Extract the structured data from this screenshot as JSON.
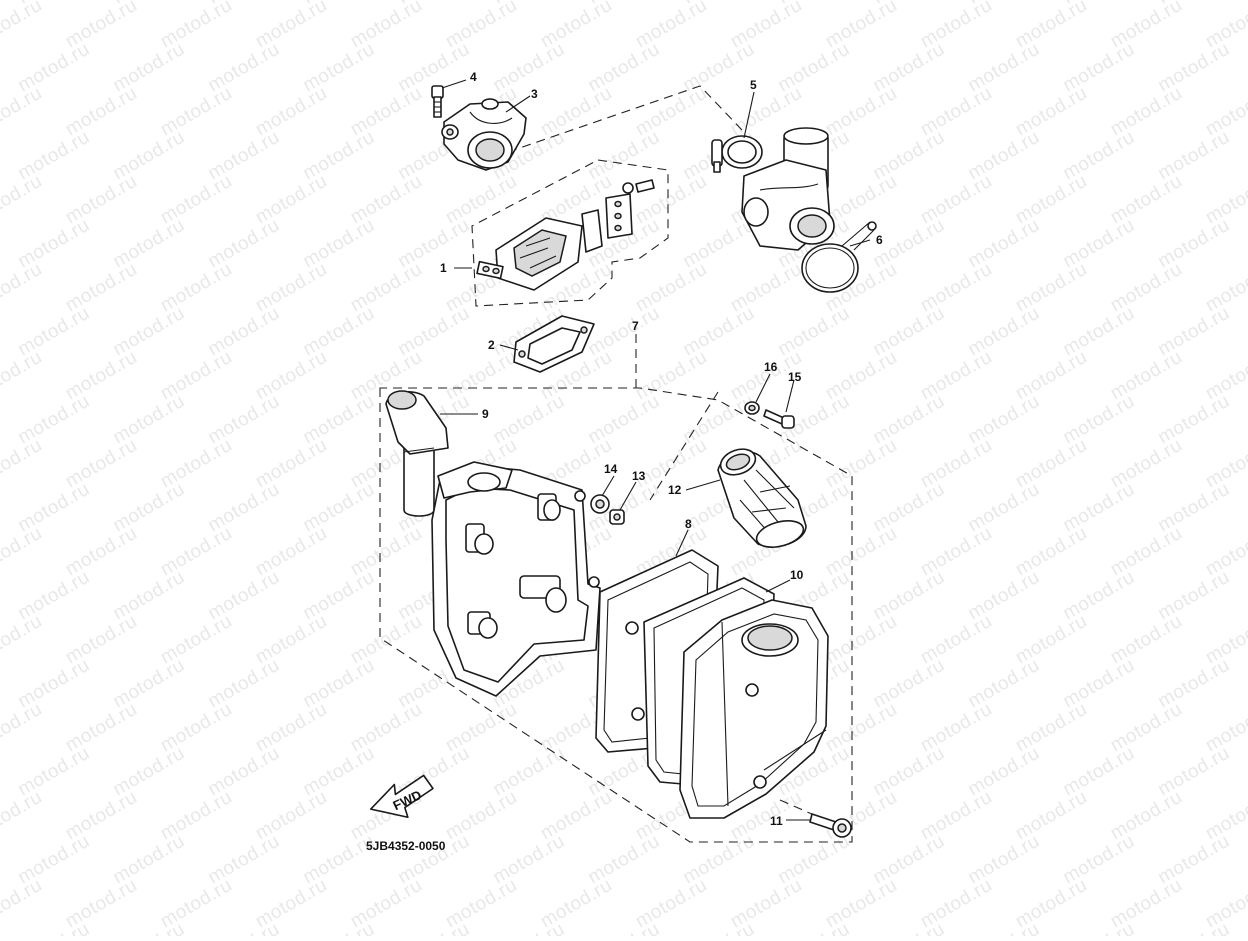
{
  "watermark": {
    "text": "motod.ru"
  },
  "diagram_code": "5JB4352-0050",
  "fwd_label": "FWD",
  "callouts": [
    {
      "id": "c1",
      "label": "1"
    },
    {
      "id": "c2",
      "label": "2"
    },
    {
      "id": "c3",
      "label": "3"
    },
    {
      "id": "c4",
      "label": "4"
    },
    {
      "id": "c5",
      "label": "5"
    },
    {
      "id": "c6",
      "label": "6"
    },
    {
      "id": "c7",
      "label": "7"
    },
    {
      "id": "c8",
      "label": "8"
    },
    {
      "id": "c9",
      "label": "9"
    },
    {
      "id": "c10",
      "label": "10"
    },
    {
      "id": "c11",
      "label": "11"
    },
    {
      "id": "c12",
      "label": "12"
    },
    {
      "id": "c13",
      "label": "13"
    },
    {
      "id": "c14",
      "label": "14"
    },
    {
      "id": "c15",
      "label": "15"
    },
    {
      "id": "c16",
      "label": "16"
    }
  ]
}
